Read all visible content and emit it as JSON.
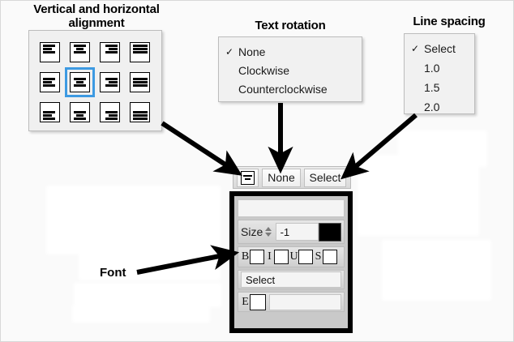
{
  "annotations": {
    "alignment_title": "Vertical and horizontal\nalignment",
    "alignment_title_line1": "Vertical and horizontal",
    "alignment_title_line2": "alignment",
    "rotation_title": "Text rotation",
    "spacing_title": "Line spacing",
    "font_label": "Font"
  },
  "alignment_popup": {
    "name": "alignment-picker",
    "selected_index": 5,
    "cells": [
      {
        "id": "top-left",
        "vertical": "top",
        "horizontal": "left",
        "selected": false
      },
      {
        "id": "top-center",
        "vertical": "top",
        "horizontal": "center",
        "selected": false
      },
      {
        "id": "top-right",
        "vertical": "top",
        "horizontal": "right",
        "selected": false
      },
      {
        "id": "top-justify",
        "vertical": "top",
        "horizontal": "justify",
        "selected": false
      },
      {
        "id": "middle-left",
        "vertical": "middle",
        "horizontal": "left",
        "selected": false
      },
      {
        "id": "middle-center",
        "vertical": "middle",
        "horizontal": "center",
        "selected": true
      },
      {
        "id": "middle-right",
        "vertical": "middle",
        "horizontal": "right",
        "selected": false
      },
      {
        "id": "middle-justify",
        "vertical": "middle",
        "horizontal": "justify",
        "selected": false
      },
      {
        "id": "bottom-left",
        "vertical": "bottom",
        "horizontal": "left",
        "selected": false
      },
      {
        "id": "bottom-center",
        "vertical": "bottom",
        "horizontal": "center",
        "selected": false
      },
      {
        "id": "bottom-right",
        "vertical": "bottom",
        "horizontal": "right",
        "selected": false
      },
      {
        "id": "bottom-justify",
        "vertical": "bottom",
        "horizontal": "justify",
        "selected": false
      }
    ]
  },
  "rotation_popup": {
    "items": [
      {
        "label": "None",
        "checked": true,
        "check_glyph": "✓"
      },
      {
        "label": "Clockwise",
        "checked": false,
        "check_glyph": ""
      },
      {
        "label": "Counterclockwise",
        "checked": false,
        "check_glyph": ""
      }
    ]
  },
  "spacing_popup": {
    "items": [
      {
        "label": "Select",
        "checked": true,
        "check_glyph": "✓"
      },
      {
        "label": "1.0",
        "checked": false,
        "check_glyph": ""
      },
      {
        "label": "1.5",
        "checked": false,
        "check_glyph": ""
      },
      {
        "label": "2.0",
        "checked": false,
        "check_glyph": ""
      }
    ]
  },
  "toolbar": {
    "align_button_icon": "align-center-icon",
    "rotation_button_label": "None",
    "spacing_button_label": "Select"
  },
  "font_panel": {
    "font_name_value": "",
    "font_name_placeholder": "",
    "size_label": "Size",
    "size_value": "-1",
    "color_swatch": "#000000",
    "styles": [
      {
        "letter": "B",
        "checked": false,
        "name": "bold"
      },
      {
        "letter": "I",
        "checked": false,
        "name": "italic"
      },
      {
        "letter": "U",
        "checked": false,
        "name": "underline"
      },
      {
        "letter": "S",
        "checked": false,
        "name": "strikethrough"
      }
    ],
    "select_value": "Select",
    "effect_letter": "E",
    "effect_checked": false,
    "effect_value": ""
  },
  "colors": {
    "page_background": "#fafafa",
    "popup_background": "#f0f0f0",
    "popup_border": "#bcbcbc",
    "selection_highlight": "#3d9ae2",
    "panel_outline": "#000000",
    "panel_fill": "#c9c9c9",
    "arrow": "#000000"
  }
}
